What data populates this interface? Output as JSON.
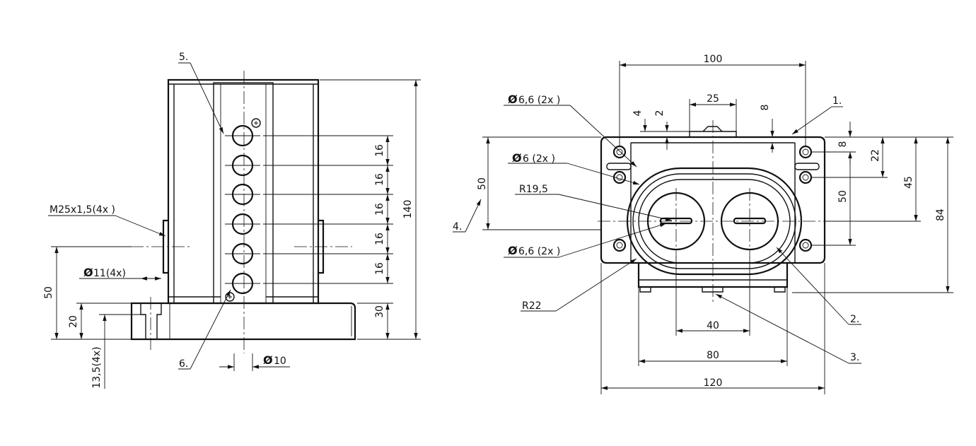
{
  "side_view": {
    "dim_total_height": "140",
    "dim_pitch_1": "16",
    "dim_pitch_2": "16",
    "dim_pitch_3": "16",
    "dim_pitch_4": "16",
    "dim_pitch_5": "16",
    "dim_base_height": "30",
    "dim_thread_height": "50",
    "dim_hole_depth": "20",
    "dim_counterbore": "13,5(4x)",
    "dim_bore_diameter": "11(4x)",
    "dim_shaft_diameter": "10",
    "label_thread": "M25x1,5(4x )",
    "callout_5": "5.",
    "callout_6": "6.",
    "diameter_symbol": "Ø"
  },
  "front_view": {
    "dim_overall_width": "100",
    "dim_top_width": "25",
    "dim_small_4": "4",
    "dim_small_2": "2",
    "dim_small_8_top": "8",
    "dim_small_8_right": "8",
    "dim_22": "22",
    "dim_45": "45",
    "dim_50_right": "50",
    "dim_84": "84",
    "dim_50_left": "50",
    "dim_40": "40",
    "dim_80": "80",
    "dim_120": "120",
    "label_hole_top": "6,6 (2x )",
    "label_hole_mid": "6 (2x )",
    "label_hole_bottom": "6,6 (2x )",
    "label_r195": "R19,5",
    "label_r22": "R22",
    "callout_1": "1.",
    "callout_2": "2.",
    "callout_3": "3.",
    "callout_4": "4.",
    "diameter_symbol": "Ø"
  }
}
